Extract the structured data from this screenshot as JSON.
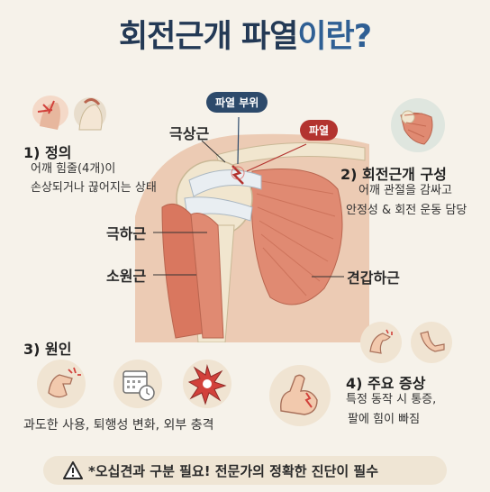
{
  "title": {
    "main": "회전근개 파열",
    "suffix": "이란?"
  },
  "badges": {
    "tear_site": "파열 부위",
    "tear": "파열"
  },
  "muscles": {
    "supraspinatus": "극상근",
    "infraspinatus": "극하근",
    "teres_minor": "소원근",
    "subscapularis": "견갑하근"
  },
  "definition": {
    "title": "1) 정의",
    "line1": "어깨 힘줄(4개)이",
    "line2": "손상되거나 끊어지는 상태"
  },
  "composition": {
    "title": "2) 회전근개 구성",
    "line1": "어깨 관절을 감싸고",
    "line2": "안정성 & 회전 운동 담당"
  },
  "causes": {
    "title": "3) 원인",
    "text": "과도한 사용, 퇴행성 변화, 외부 충격"
  },
  "symptoms": {
    "title": "4) 주요 증상",
    "line1": "특정 동작 시 통증,",
    "line2": "팔에 힘이 빠짐"
  },
  "footer": {
    "text": "*오십견과 구분 필요! 전문가의 정확한 진단이 필수"
  },
  "colors": {
    "navy": "#233955",
    "blue": "#2f5f94",
    "badge_blue": "#2d4a6b",
    "badge_red": "#b3332f",
    "muscle": "#e08a72",
    "bone": "#f1e6cf"
  },
  "icons": [
    "injured-shoulder-icon",
    "shoulder-muscle-icon",
    "hand-pain-icon",
    "calendar-clock-icon",
    "impact-burst-icon",
    "flexed-arm-pain-icon",
    "arm-pain-icon",
    "bent-arm-icon",
    "warning-icon"
  ]
}
